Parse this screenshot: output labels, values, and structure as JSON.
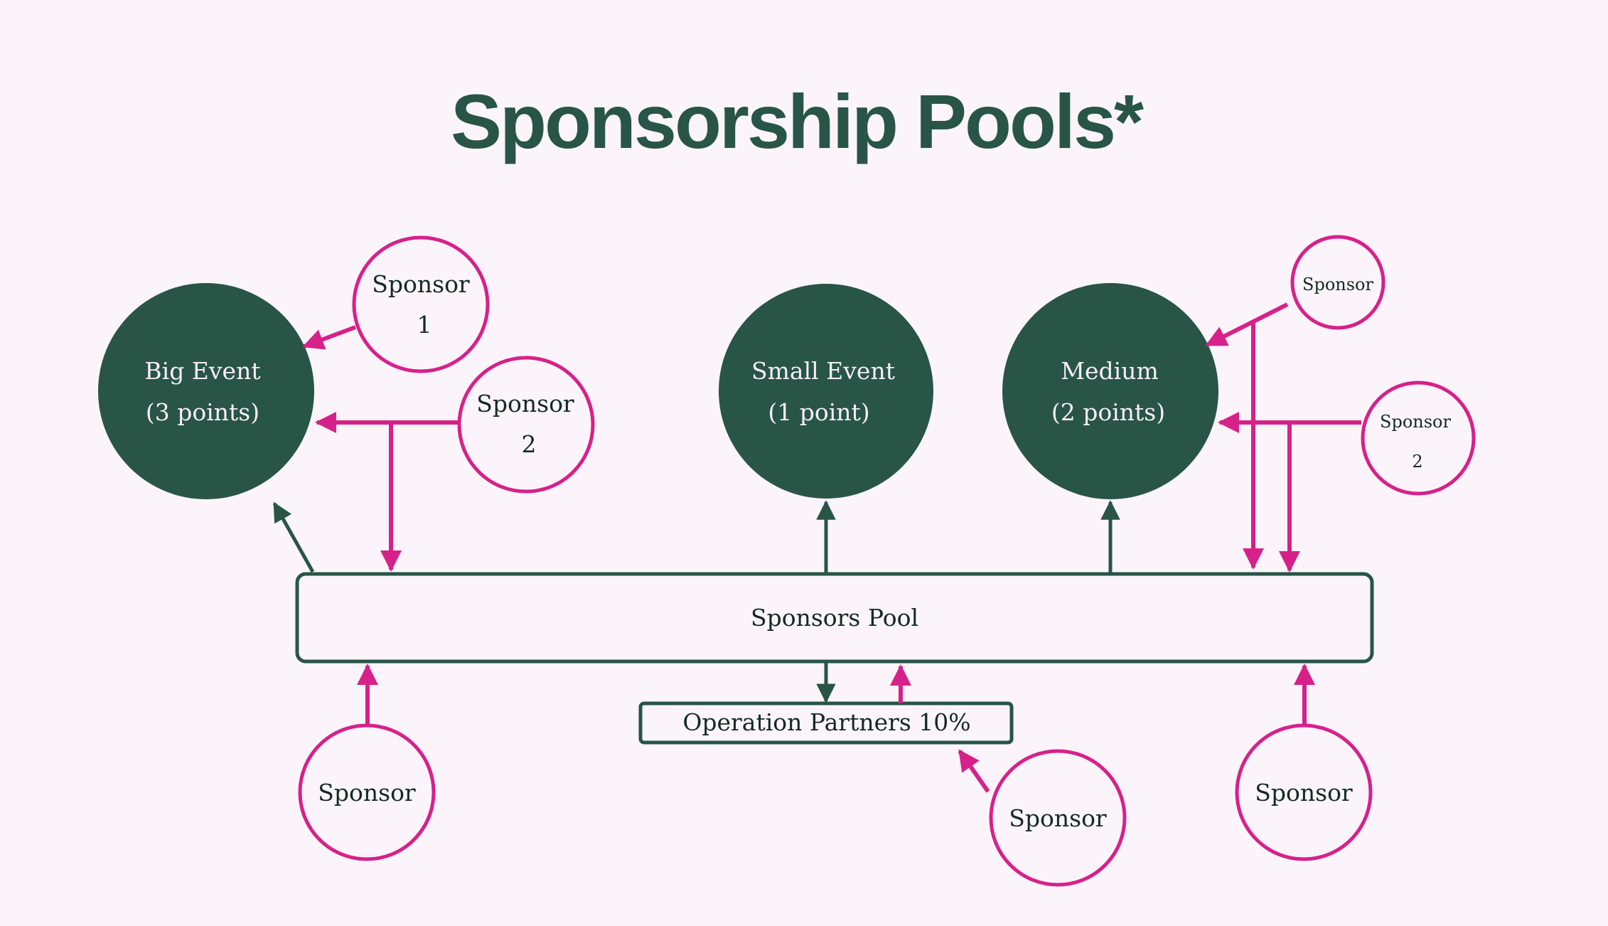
{
  "title": "Sponsorship Pools*",
  "colors": {
    "background": "#fbf4fb",
    "event_fill": "#285546",
    "sponsor_stroke": "#d6218a",
    "pool_stroke": "#285546",
    "title": "#285546"
  },
  "events": [
    {
      "id": "big",
      "line1": "Big Event",
      "line2": "(3 points)",
      "points": 3
    },
    {
      "id": "small",
      "line1": "Small Event",
      "line2": "(1 point)",
      "points": 1
    },
    {
      "id": "medium",
      "line1": "Medium",
      "line2": "(2 points)",
      "points": 2
    }
  ],
  "pool": {
    "label": "Sponsors Pool"
  },
  "operation": {
    "label": "Operation Partners 10%",
    "share_percent": 10
  },
  "sponsors": [
    {
      "id": "big-s1",
      "line1": "Sponsor",
      "line2": "1",
      "targets": [
        "big"
      ]
    },
    {
      "id": "big-s2",
      "line1": "Sponsor",
      "line2": "2",
      "targets": [
        "big",
        "pool"
      ]
    },
    {
      "id": "med-s1",
      "line1": "Sponsor",
      "line2": "",
      "targets": [
        "medium",
        "pool"
      ]
    },
    {
      "id": "med-s2",
      "line1": "Sponsor",
      "line2": "2",
      "targets": [
        "medium",
        "pool"
      ]
    },
    {
      "id": "bottom-left",
      "line1": "Sponsor",
      "line2": "",
      "targets": [
        "pool"
      ]
    },
    {
      "id": "bottom-mid",
      "line1": "Sponsor",
      "line2": "",
      "targets": [
        "operation"
      ]
    },
    {
      "id": "bottom-right",
      "line1": "Sponsor",
      "line2": "",
      "targets": [
        "pool"
      ]
    }
  ],
  "flows": [
    {
      "from": "pool",
      "to": "big",
      "kind": "payout"
    },
    {
      "from": "pool",
      "to": "small",
      "kind": "payout"
    },
    {
      "from": "pool",
      "to": "medium",
      "kind": "payout"
    },
    {
      "from": "pool",
      "to": "operation",
      "kind": "payout"
    },
    {
      "from": "operation",
      "to": "pool",
      "kind": "contribution"
    }
  ]
}
